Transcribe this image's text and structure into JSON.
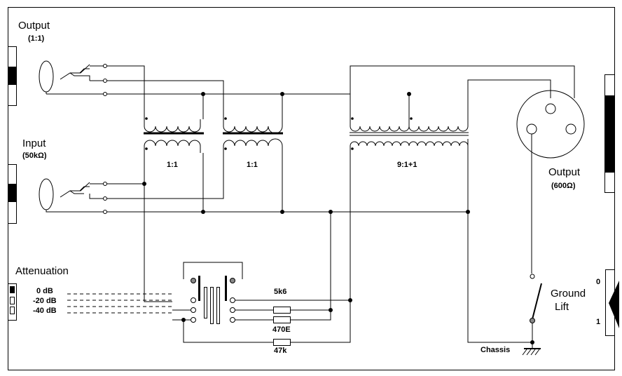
{
  "labels": {
    "output_left_title": "Output",
    "output_left_ratio": "(1:1)",
    "input_title": "Input",
    "input_impedance": "(50kΩ)",
    "attenuation_title": "Attenuation",
    "att_0db": "0 dB",
    "att_20db": "-20 dB",
    "att_40db": "-40 dB",
    "t1_ratio": "1:1",
    "t2_ratio": "1:1",
    "t3_ratio": "9:1+1",
    "output_right_title": "Output",
    "output_right_impedance": "(600Ω)",
    "ground_lift_line1": "Ground",
    "ground_lift_line2": "Lift",
    "switch_pos_0": "0",
    "switch_pos_1": "1",
    "r1": "5k6",
    "r2": "470E",
    "r3": "47k",
    "chassis": "Chassis"
  }
}
